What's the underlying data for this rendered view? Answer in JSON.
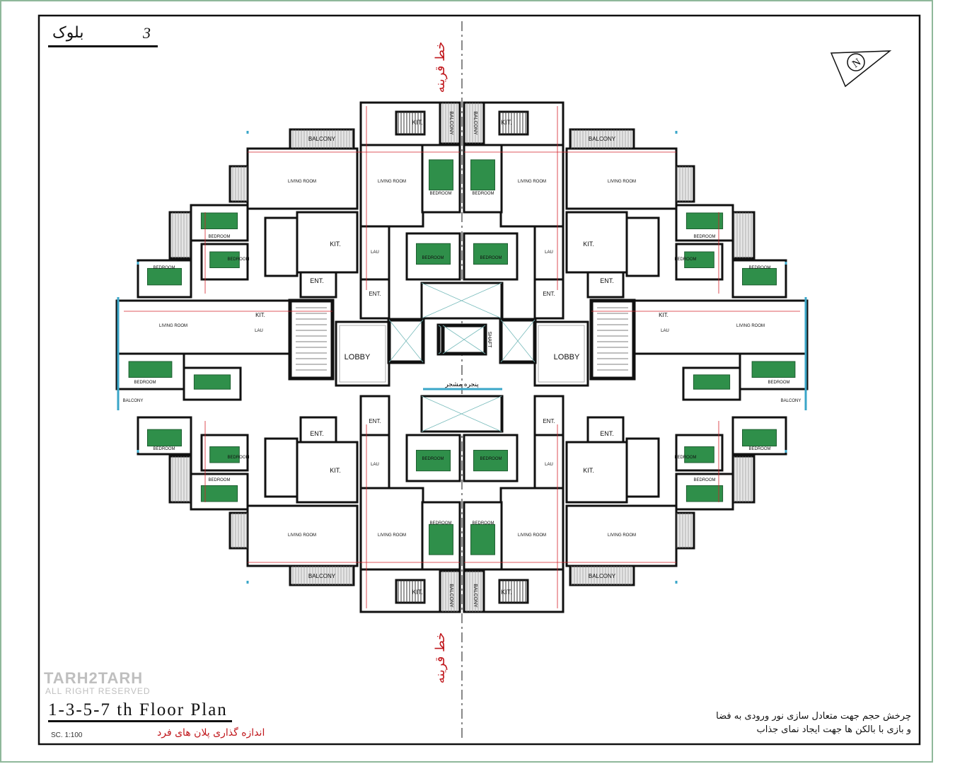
{
  "block": {
    "label": "بلوک",
    "number": "3"
  },
  "plan": {
    "title": "1-3-5-7 th Floor Plan",
    "subtitle": "اندازه گذاری پلان های فرد",
    "scale": "SC. 1:100",
    "symmetry_line": "خط قرینه",
    "window_note": "پنجره مشجر",
    "labels": {
      "lobby": "LOBBY",
      "ent": "ENT.",
      "kit": "KIT.",
      "balcony": "BALCONY",
      "bedroom": "BEDROOM",
      "living": "LIVING ROOM",
      "lau": "LAU",
      "shaft": "SHAFT"
    }
  },
  "note": {
    "line1": "چرخش حجم جهت متعادل سازی نور ورودی به فضا",
    "line2": "و بازی با بالکن ها جهت ایجاد نمای جذاب"
  },
  "watermark": {
    "main": "TARH2TARH",
    "sub": "ALL RIGHT RESERVED"
  },
  "colors": {
    "wall": "#111111",
    "furniture": "#2f8f4a",
    "window": "#3aa6c8",
    "dimension": "#d4232a",
    "border": "#8fb89a"
  }
}
